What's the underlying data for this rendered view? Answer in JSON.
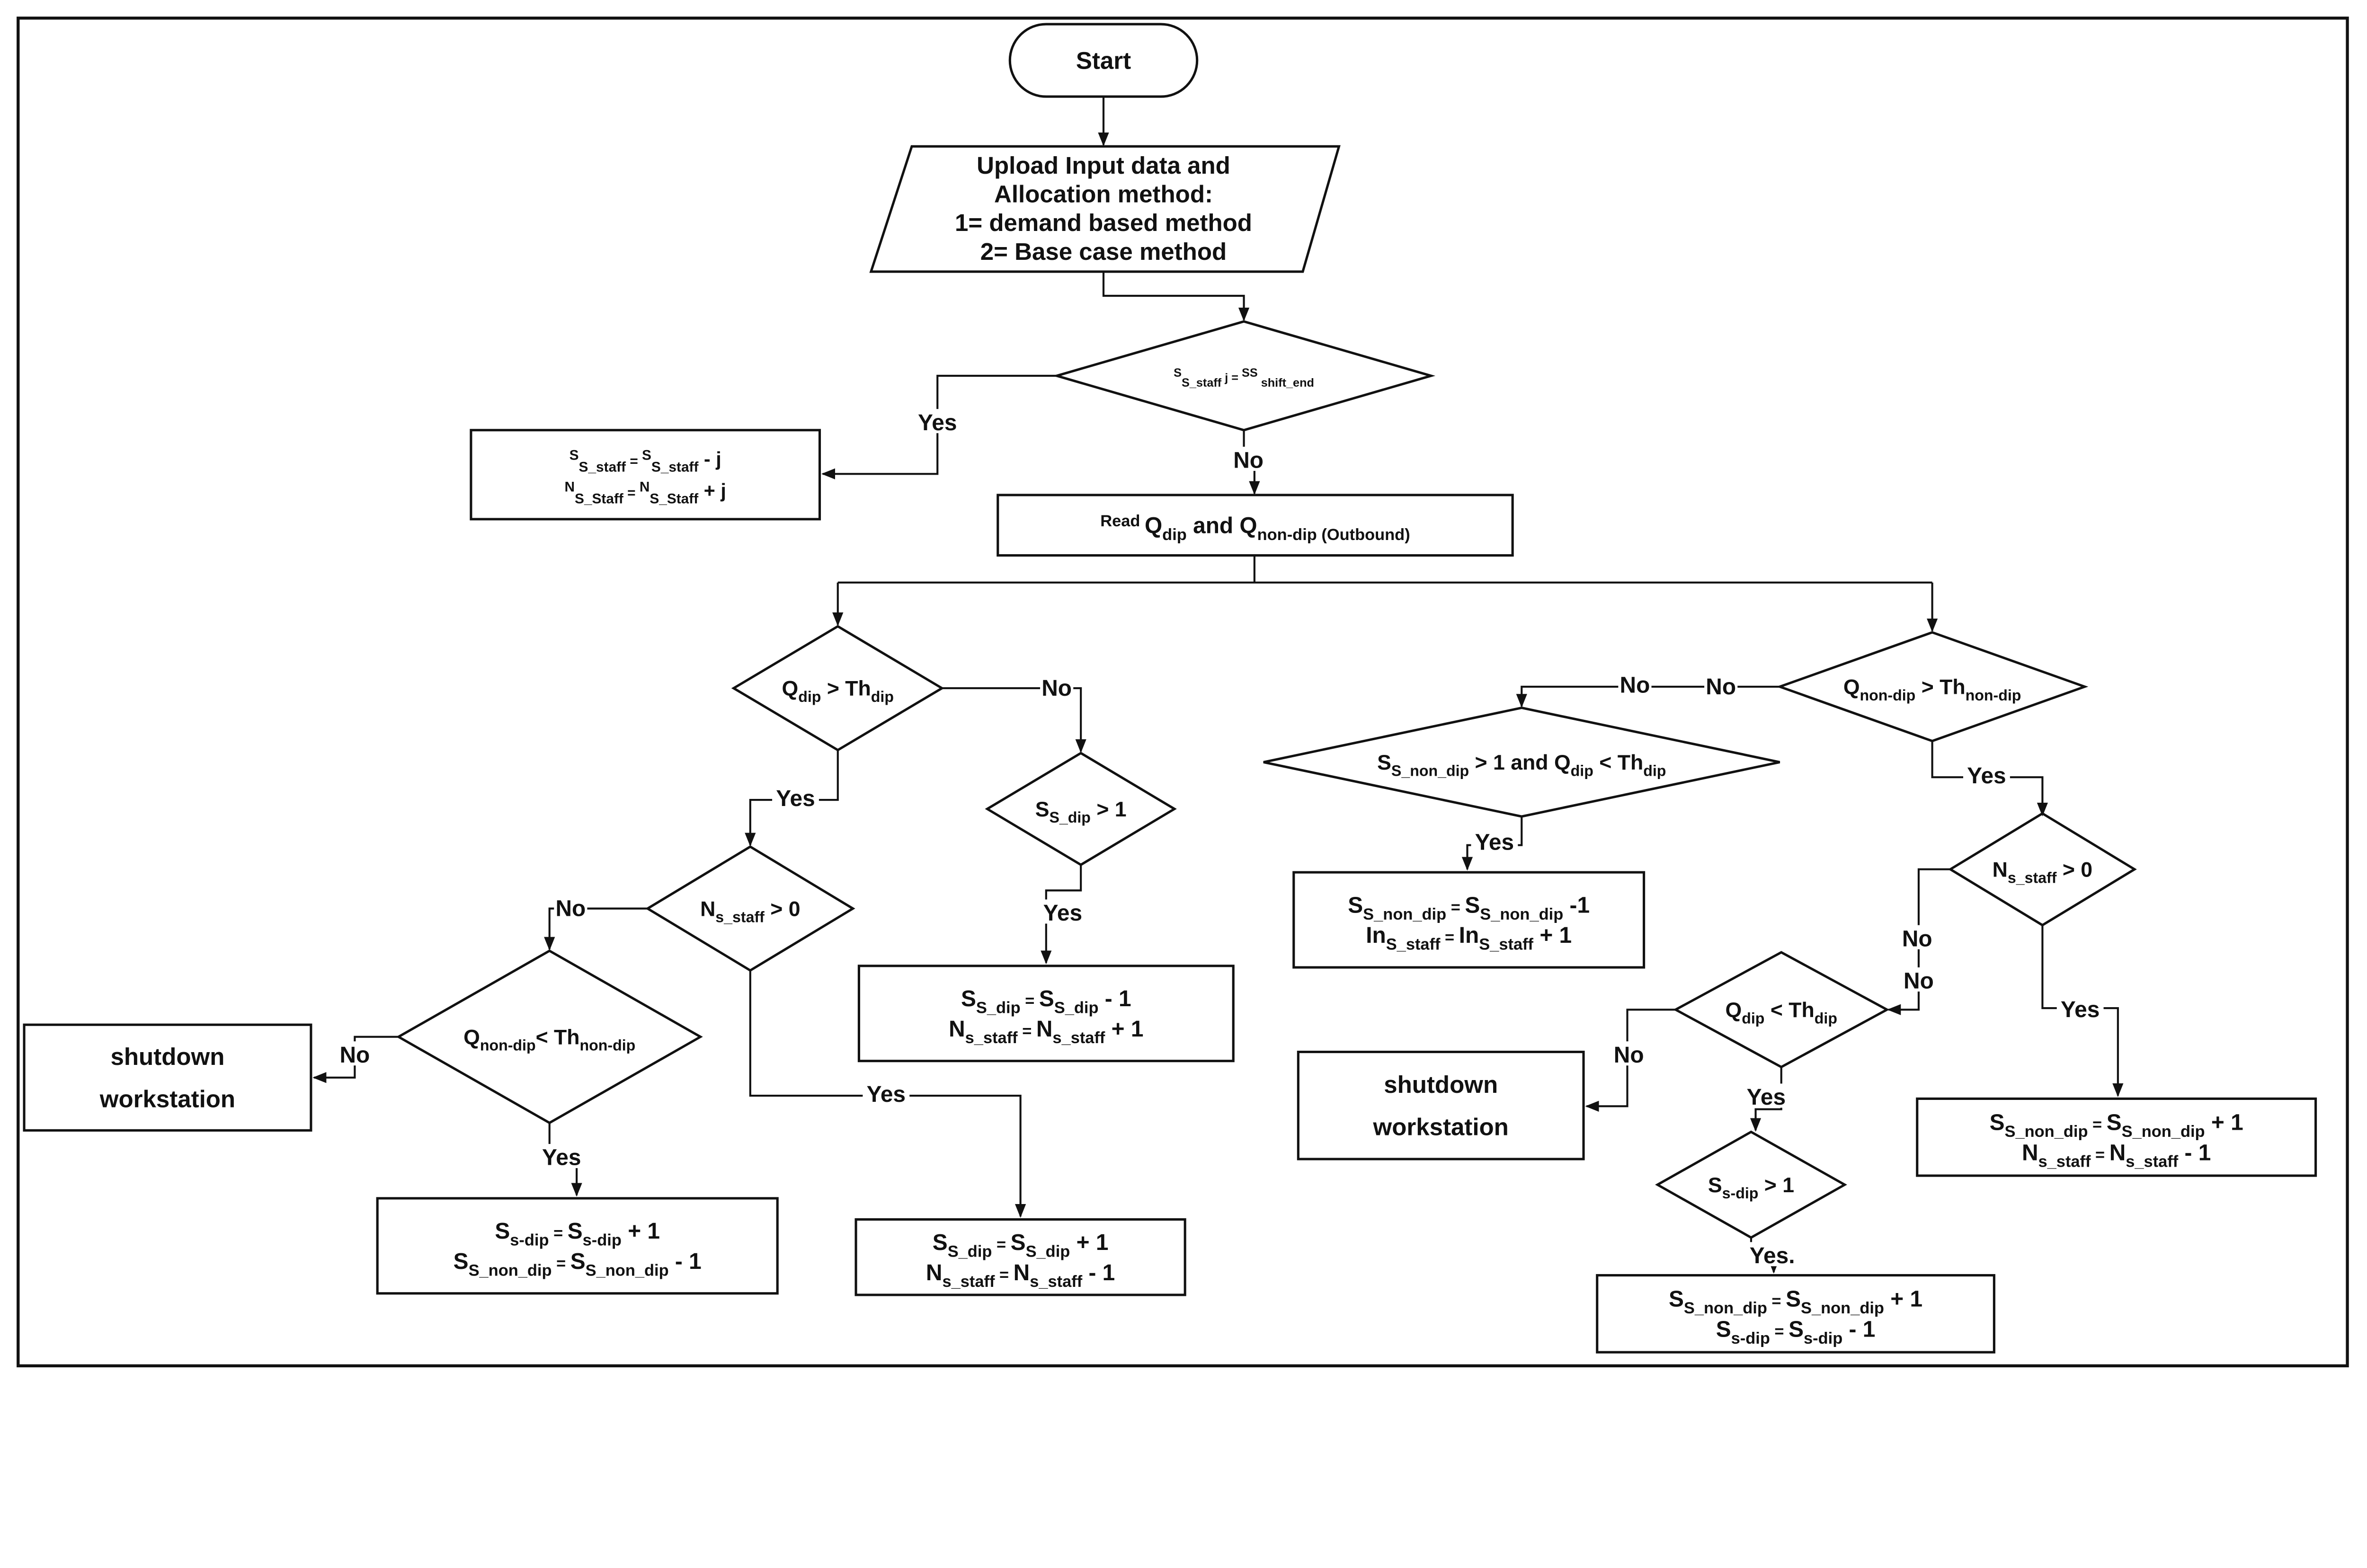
{
  "nodes": [
    {
      "id": "start",
      "shape": "terminal",
      "lines": [
        [
          [
            "Start",
            "n"
          ]
        ]
      ]
    },
    {
      "id": "input",
      "shape": "parallelogram",
      "lines": [
        [
          [
            "Upload Input data  and",
            "n"
          ]
        ],
        [
          [
            "Allocation method:",
            "n"
          ]
        ],
        [
          [
            "1= demand based method",
            "n"
          ]
        ],
        [
          [
            "2= Base case method",
            "n"
          ]
        ]
      ]
    },
    {
      "id": "shift-end-decision",
      "shape": "diamond",
      "lines": [
        [
          [
            "S",
            "sup"
          ],
          [
            "S_staff",
            "sub"
          ],
          [
            " j = ",
            "small"
          ],
          [
            "SS",
            "sup"
          ],
          [
            " shift_end",
            "sub"
          ]
        ]
      ]
    },
    {
      "id": "shift-end-update",
      "shape": "process",
      "lines": [
        [
          [
            "S",
            "sup"
          ],
          [
            "S_staff",
            "sub"
          ],
          [
            " = ",
            "small"
          ],
          [
            "S",
            "sup"
          ],
          [
            "S_staff",
            "sub"
          ],
          [
            " -  j",
            "n"
          ]
        ],
        [
          [
            "N",
            "sup"
          ],
          [
            "S_Staff",
            "sub"
          ],
          [
            " = ",
            "small"
          ],
          [
            "N",
            "sup"
          ],
          [
            "S_Staff",
            "sub"
          ],
          [
            " +  j",
            "n"
          ]
        ]
      ]
    },
    {
      "id": "read-q",
      "shape": "process",
      "lines": [
        [
          [
            "Read ",
            "sup"
          ],
          [
            " Q",
            "n"
          ],
          [
            "dip",
            "sub"
          ],
          [
            "   and   ",
            "n"
          ],
          [
            "Q",
            "n"
          ],
          [
            "non-dip",
            "sub"
          ],
          [
            " (Outbound)",
            "sub"
          ]
        ]
      ]
    },
    {
      "id": "qdip-decision",
      "shape": "diamond",
      "lines": [
        [
          [
            "Q",
            "n"
          ],
          [
            "dip",
            "sub"
          ],
          [
            " > Th",
            "n"
          ],
          [
            "dip",
            "sub"
          ]
        ]
      ]
    },
    {
      "id": "ssdip-decision",
      "shape": "diamond",
      "lines": [
        [
          [
            "S",
            "n"
          ],
          [
            "S_dip",
            "sub"
          ],
          [
            "  > 1",
            "n"
          ]
        ]
      ]
    },
    {
      "id": "ssdip-minus",
      "shape": "process",
      "lines": [
        [
          [
            "S",
            "n"
          ],
          [
            "S_dip",
            "sub"
          ],
          [
            " = ",
            "small"
          ],
          [
            "S",
            "n"
          ],
          [
            "S_dip",
            "sub"
          ],
          [
            "  -  1",
            "n"
          ]
        ],
        [
          [
            "N",
            "n"
          ],
          [
            "s_staff",
            "sub"
          ],
          [
            "  =  ",
            "small"
          ],
          [
            "N",
            "n"
          ],
          [
            "s_staff",
            "sub"
          ],
          [
            "  +  1",
            "n"
          ]
        ]
      ]
    },
    {
      "id": "nstaff-decision-left",
      "shape": "diamond",
      "lines": [
        [
          [
            "N",
            "n"
          ],
          [
            "s_staff",
            "sub"
          ],
          [
            "  > 0",
            "n"
          ]
        ]
      ]
    },
    {
      "id": "ssdip-plus",
      "shape": "process",
      "lines": [
        [
          [
            "S",
            "n"
          ],
          [
            "S_dip",
            "sub"
          ],
          [
            " = ",
            "small"
          ],
          [
            "S",
            "n"
          ],
          [
            "S_dip",
            "sub"
          ],
          [
            "  + 1",
            "n"
          ]
        ],
        [
          [
            "N",
            "n"
          ],
          [
            "s_staff",
            "sub"
          ],
          [
            "  =  ",
            "small"
          ],
          [
            "N",
            "n"
          ],
          [
            "s_staff",
            "sub"
          ],
          [
            "  -  1",
            "n"
          ]
        ]
      ]
    },
    {
      "id": "qnondip-lt-decision",
      "shape": "diamond",
      "lines": [
        [
          [
            "Q",
            "n"
          ],
          [
            "non-dip",
            "sub"
          ],
          [
            "<   Th",
            "n"
          ],
          [
            "non-dip",
            "sub"
          ]
        ]
      ]
    },
    {
      "id": "shutdown-left",
      "shape": "process",
      "lines": [
        [
          [
            "shutdown",
            "n"
          ]
        ],
        [
          [
            "workstation",
            "n"
          ]
        ]
      ]
    },
    {
      "id": "transfer-to-nondip",
      "shape": "process",
      "lines": [
        [
          [
            "S",
            "n"
          ],
          [
            "s-dip",
            "sub"
          ],
          [
            "   =   ",
            "small"
          ],
          [
            "S",
            "n"
          ],
          [
            "s-dip",
            "sub"
          ],
          [
            "  +    1",
            "n"
          ]
        ],
        [
          [
            "S",
            "n"
          ],
          [
            "S_non_dip",
            "sub"
          ],
          [
            " = ",
            "small"
          ],
          [
            "S",
            "n"
          ],
          [
            "S_non_dip",
            "sub"
          ],
          [
            "  - 1",
            "n"
          ]
        ]
      ]
    },
    {
      "id": "qnondip-gt-decision",
      "shape": "diamond",
      "lines": [
        [
          [
            "Q",
            "n"
          ],
          [
            "non-dip",
            "sub"
          ],
          [
            " > Th",
            "n"
          ],
          [
            "non-dip",
            "sub"
          ]
        ]
      ]
    },
    {
      "id": "ssnondip-decision",
      "shape": "diamond",
      "lines": [
        [
          [
            "S",
            "n"
          ],
          [
            "S_non_dip",
            "sub"
          ],
          [
            " > 1 and Q",
            "n"
          ],
          [
            "dip",
            "sub"
          ],
          [
            " < Th",
            "n"
          ],
          [
            "dip",
            "sub"
          ]
        ]
      ]
    },
    {
      "id": "ssnondip-minus",
      "shape": "process",
      "lines": [
        [
          [
            "S",
            "n"
          ],
          [
            "S_non_dip",
            "sub"
          ],
          [
            " = ",
            "small"
          ],
          [
            "S",
            "n"
          ],
          [
            "S_non_dip",
            "sub"
          ],
          [
            "  -1",
            "n"
          ]
        ],
        [
          [
            "In",
            "n"
          ],
          [
            "S_staff",
            "sub"
          ],
          [
            "  =  ",
            "small"
          ],
          [
            "In",
            "n"
          ],
          [
            "S_staff",
            "sub"
          ],
          [
            " + 1",
            "n"
          ]
        ]
      ]
    },
    {
      "id": "nstaff-decision-right",
      "shape": "diamond",
      "lines": [
        [
          [
            "N",
            "n"
          ],
          [
            "s_staff",
            "sub"
          ],
          [
            "  > 0",
            "n"
          ]
        ]
      ]
    },
    {
      "id": "ssnondip-plus",
      "shape": "process",
      "lines": [
        [
          [
            "S",
            "n"
          ],
          [
            "S_non_dip",
            "sub"
          ],
          [
            " = ",
            "small"
          ],
          [
            "S",
            "n"
          ],
          [
            "S_non_dip",
            "sub"
          ],
          [
            "  + 1",
            "n"
          ]
        ],
        [
          [
            "N",
            "n"
          ],
          [
            "s_staff",
            "sub"
          ],
          [
            "  =  ",
            "small"
          ],
          [
            "N",
            "n"
          ],
          [
            "s_staff",
            "sub"
          ],
          [
            "  -   1",
            "n"
          ]
        ]
      ]
    },
    {
      "id": "qdip-lt-decision",
      "shape": "diamond",
      "lines": [
        [
          [
            "Q",
            "n"
          ],
          [
            "dip",
            "sub"
          ],
          [
            " < Th",
            "n"
          ],
          [
            "dip",
            "sub"
          ]
        ]
      ]
    },
    {
      "id": "shutdown-right",
      "shape": "process",
      "lines": [
        [
          [
            "shutdown",
            "n"
          ]
        ],
        [
          [
            "workstation",
            "n"
          ]
        ]
      ]
    },
    {
      "id": "ssdip-decision-right",
      "shape": "diamond",
      "lines": [
        [
          [
            "S",
            "n"
          ],
          [
            "s-dip",
            "sub"
          ],
          [
            " > 1",
            "n"
          ]
        ]
      ]
    },
    {
      "id": "transfer-to-dip",
      "shape": "process",
      "lines": [
        [
          [
            "S",
            "n"
          ],
          [
            "S_non_dip",
            "sub"
          ],
          [
            " = ",
            "small"
          ],
          [
            "S",
            "n"
          ],
          [
            "S_non_dip",
            "sub"
          ],
          [
            "  + 1",
            "n"
          ]
        ],
        [
          [
            "S",
            "n"
          ],
          [
            "s-dip",
            "sub"
          ],
          [
            "   =   ",
            "small"
          ],
          [
            "S",
            "n"
          ],
          [
            "s-dip",
            "sub"
          ],
          [
            "    -     1",
            "n"
          ]
        ]
      ]
    }
  ],
  "edge_labels": [
    "Yes",
    "No",
    "No",
    "Yes",
    "No",
    "Yes",
    "No",
    "No",
    "Yes",
    "No",
    "Yes",
    "Yes",
    "Yes",
    "No",
    "No",
    "Yes",
    "No",
    "Yes",
    "Yes."
  ]
}
